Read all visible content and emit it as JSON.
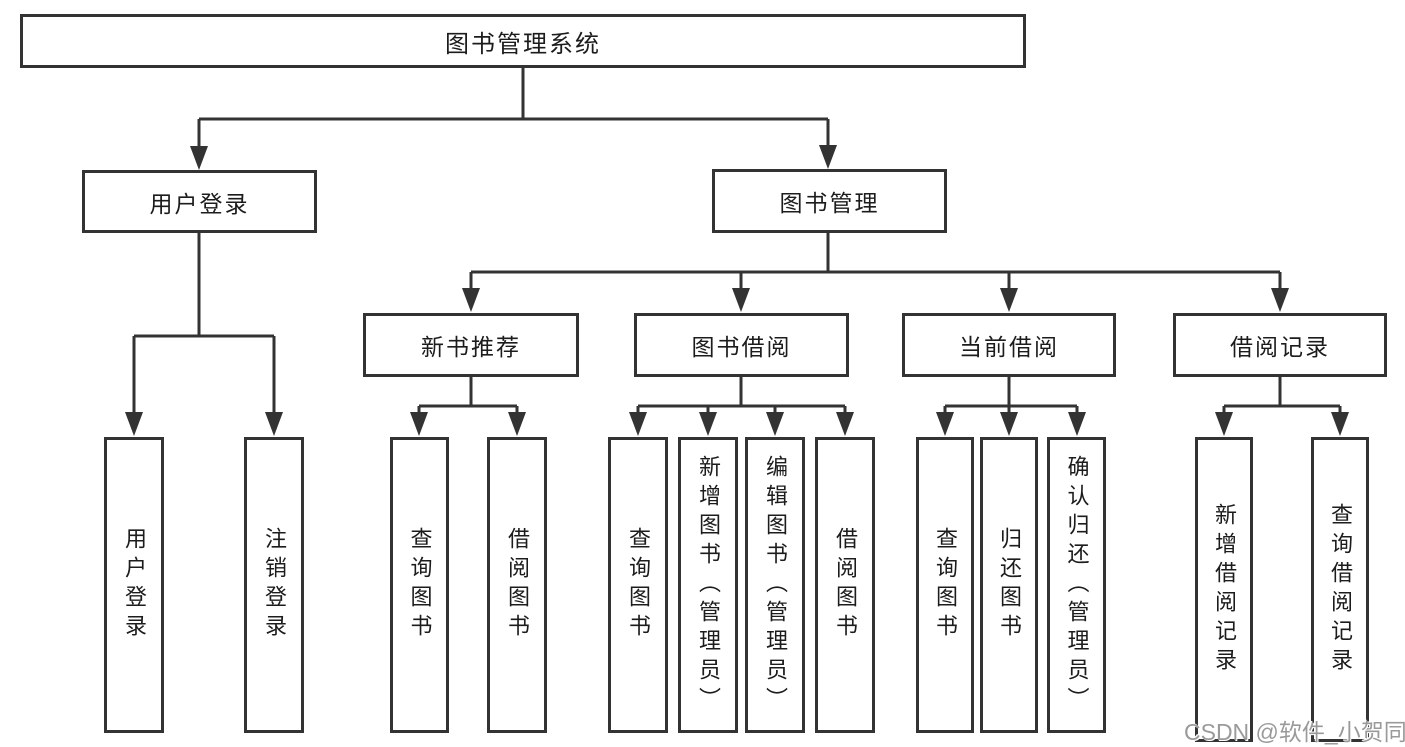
{
  "diagram": {
    "root": {
      "label": "图书管理系统"
    },
    "level2": [
      {
        "label": "用户登录"
      },
      {
        "label": "图书管理"
      }
    ],
    "level3": [
      {
        "label": "新书推荐"
      },
      {
        "label": "图书借阅"
      },
      {
        "label": "当前借阅"
      },
      {
        "label": "借阅记录"
      }
    ],
    "leaves": [
      {
        "label": "用户登录"
      },
      {
        "label": "注销登录"
      },
      {
        "label": "查询图书"
      },
      {
        "label": "借阅图书"
      },
      {
        "label": "查询图书"
      },
      {
        "label": "新增图书（管理员）"
      },
      {
        "label": "编辑图书（管理员）"
      },
      {
        "label": "借阅图书"
      },
      {
        "label": "查询图书"
      },
      {
        "label": "归还图书"
      },
      {
        "label": "确认归还（管理员）"
      },
      {
        "label": "新增借阅记录"
      },
      {
        "label": "查询借阅记录"
      }
    ]
  },
  "watermark": "CSDN @软件_小贺同学",
  "colors": {
    "line": "#333333",
    "text": "#1c1c1c",
    "watermark": "#9a9a9a",
    "background": "#ffffff"
  }
}
